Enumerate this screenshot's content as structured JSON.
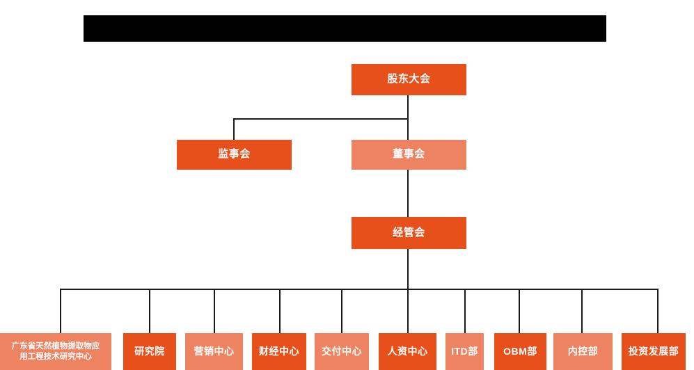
{
  "meta": {
    "diagram_title_redacted": true,
    "background_color": "#FFFFFF",
    "colors": {
      "dark_orange": "#E8501B",
      "light_orange": "#EE8362",
      "line": "#1A1A1A",
      "redaction_bar": "#000000",
      "text": "#FFFFFF"
    }
  },
  "chart_data": {
    "type": "org-chart",
    "title": "",
    "levels": [
      {
        "level": 1,
        "nodes": [
          {
            "id": "shareholders",
            "label": "股东大会",
            "tone": "dark"
          }
        ]
      },
      {
        "level": 2,
        "nodes": [
          {
            "id": "supervisors",
            "label": "监事会",
            "tone": "dark"
          },
          {
            "id": "directors",
            "label": "董事会",
            "tone": "light"
          }
        ]
      },
      {
        "level": 3,
        "nodes": [
          {
            "id": "management",
            "label": "经管会",
            "tone": "dark"
          }
        ]
      },
      {
        "level": 4,
        "nodes": [
          {
            "id": "engineering-center",
            "label": "广东省天然植物提取物应用工程技术研究中心",
            "line1": "广东省天然植物提取物应",
            "line2": "用工程技术研究中心",
            "tone": "light"
          },
          {
            "id": "research-institute",
            "label": "研究院",
            "tone": "dark"
          },
          {
            "id": "marketing-center",
            "label": "营销中心",
            "tone": "light"
          },
          {
            "id": "finance-center",
            "label": "财经中心",
            "tone": "dark"
          },
          {
            "id": "delivery-center",
            "label": "交付中心",
            "tone": "light"
          },
          {
            "id": "hr-center",
            "label": "人资中心",
            "tone": "dark"
          },
          {
            "id": "itd-dept",
            "label": "ITD部",
            "tone": "light"
          },
          {
            "id": "obm-dept",
            "label": "OBM部",
            "tone": "dark"
          },
          {
            "id": "internal-control-dept",
            "label": "内控部",
            "tone": "light"
          },
          {
            "id": "investment-development-dept",
            "label": "投资发展部",
            "tone": "dark"
          }
        ]
      }
    ],
    "edges": [
      {
        "from": "shareholders",
        "to": "supervisors"
      },
      {
        "from": "shareholders",
        "to": "directors"
      },
      {
        "from": "directors",
        "to": "management"
      },
      {
        "from": "management",
        "to": "engineering-center"
      },
      {
        "from": "management",
        "to": "research-institute"
      },
      {
        "from": "management",
        "to": "marketing-center"
      },
      {
        "from": "management",
        "to": "finance-center"
      },
      {
        "from": "management",
        "to": "delivery-center"
      },
      {
        "from": "management",
        "to": "hr-center"
      },
      {
        "from": "management",
        "to": "itd-dept"
      },
      {
        "from": "management",
        "to": "obm-dept"
      },
      {
        "from": "management",
        "to": "internal-control-dept"
      },
      {
        "from": "management",
        "to": "investment-development-dept"
      }
    ]
  }
}
